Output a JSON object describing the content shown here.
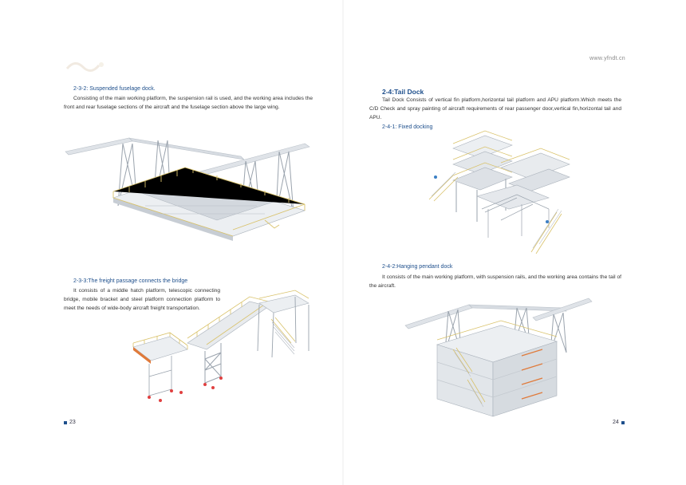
{
  "left_page": {
    "section_232": {
      "heading": "2-3-2: Suspended fuselage dock.",
      "body": "Consisting of the main working platform, the suspension rail is used, and the working area includes the front and rear fuselage sections of the aircraft and the fuselage section above the large wing."
    },
    "section_233": {
      "heading": "2-3-3:The freight passage connects the bridge",
      "body": "It consists of a middle hatch platform, telescopic connecting bridge, mobile bracket and steel platform connection platform to meet the needs of wide-body aircraft freight transportation."
    },
    "page_number": "23"
  },
  "right_page": {
    "website": "www.yfndt.cn",
    "section_24": {
      "heading": "2-4:Tail Dock",
      "body": "Tail Dock Consists of vertical fin platform,horizontal tail platform and APU platform.Which meets the C/D Check and spray painting of aircraft requirements of rear passenger door,vertical fin,horizontal tail and APU."
    },
    "section_241": {
      "heading": "2-4-1: Fixed docking"
    },
    "section_242": {
      "heading": "2-4-2:Hanging pendant dock",
      "body": "It consists of the main working platform, with suspension rails, and the working area contains the tail of the aircraft."
    },
    "page_number": "24"
  },
  "colors": {
    "heading_blue": "#1e4f8c",
    "rail": "#d7dce2",
    "frame": "#9aa3ad",
    "handrail_yellow": "#d9c26a",
    "deck_orange": "#e07a3a"
  }
}
